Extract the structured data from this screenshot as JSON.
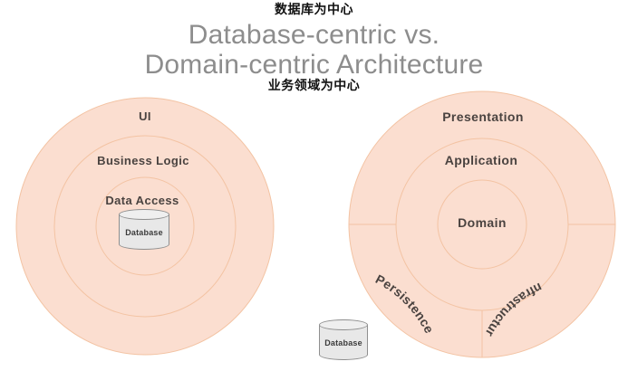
{
  "title": {
    "zh_top": "数据库为中心",
    "main": "Database-centric vs.\nDomain-centric Architecture",
    "zh_bottom": "业务领域为中心"
  },
  "colors": {
    "ring_fill": "#fbded0",
    "ring_stroke": "#f3c3a3",
    "label_text": "#4a4340",
    "title_text": "#8d8d8d",
    "annotation_text": "#111111",
    "db_body": "#e8e8e8",
    "db_top": "#efefef",
    "db_stroke": "#8f8f8f",
    "background": "#ffffff"
  },
  "left_diagram": {
    "name": "database-centric-architecture",
    "rings": [
      {
        "label": "UI",
        "level": "outer"
      },
      {
        "label": "Business Logic",
        "level": "middle"
      },
      {
        "label": "Data Access",
        "level": "inner"
      }
    ],
    "center_store": {
      "label": "Database"
    }
  },
  "right_diagram": {
    "name": "domain-centric-architecture",
    "rings": [
      {
        "label": "Presentation",
        "level": "outer"
      },
      {
        "label": "Application",
        "level": "middle"
      },
      {
        "label": "Domain",
        "level": "inner"
      }
    ],
    "outer_sectors": [
      {
        "label": "Persistence",
        "position": "bottom-left"
      },
      {
        "label": "Infrastructure",
        "position": "bottom-right"
      }
    ],
    "external_store": {
      "label": "Database"
    }
  }
}
